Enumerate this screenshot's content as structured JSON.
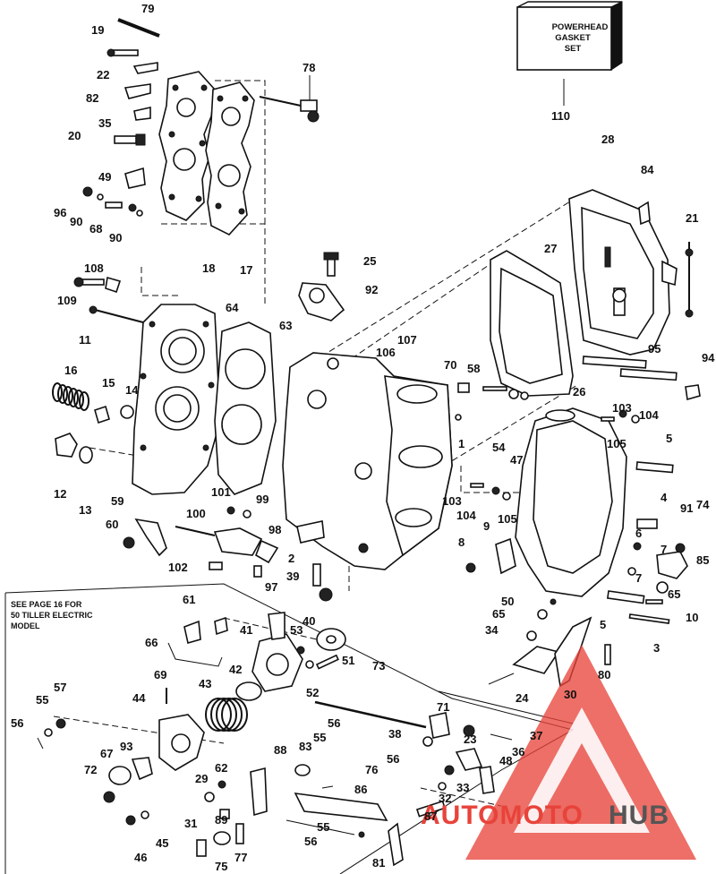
{
  "box": {
    "line1": "POWERHEAD",
    "line2": "GASKET",
    "line3": "SET",
    "ref": "110"
  },
  "note": {
    "line1": "SEE PAGE 16 FOR",
    "line2": "50 TILLER ELECTRIC",
    "line3": "MODEL"
  },
  "watermark": {
    "part_a": "AUTOMOTO",
    "part_b": "HUB",
    "color_a": "#e8433a",
    "color_b": "#555555"
  },
  "callouts": {
    "c79": "79",
    "c19": "19",
    "c22": "22",
    "c82": "82",
    "c35": "35",
    "c20": "20",
    "c49": "49",
    "c96": "96",
    "c90a": "90",
    "c68": "68",
    "c90b": "90",
    "c18": "18",
    "c17": "17",
    "c78": "78",
    "c110": "110",
    "c28": "28",
    "c84": "84",
    "c21": "21",
    "c27": "27",
    "c25": "25",
    "c92": "92",
    "c108": "108",
    "c109": "109",
    "c64": "64",
    "c11": "11",
    "c63": "63",
    "c106": "106",
    "c107": "107",
    "c70": "70",
    "c58": "58",
    "c26": "26",
    "c95": "95",
    "c94": "94",
    "c16": "16",
    "c15": "15",
    "c14": "14",
    "c1": "1",
    "c54": "54",
    "c47": "47",
    "c103a": "103",
    "c104a": "104",
    "c105a": "105",
    "c5a": "5",
    "c12": "12",
    "c13": "13",
    "c59": "59",
    "c101": "101",
    "c99": "99",
    "c100": "100",
    "c60": "60",
    "c98": "98",
    "c103b": "103",
    "c104b": "104",
    "c105b": "105",
    "c4": "4",
    "c91": "91",
    "c74": "74",
    "c102": "102",
    "c97": "97",
    "c2": "2",
    "c39": "39",
    "c9": "9",
    "c8": "8",
    "c6": "6",
    "c7a": "7",
    "c7b": "7",
    "c85": "85",
    "c61": "61",
    "c50": "50",
    "c65a": "65",
    "c65b": "65",
    "c10": "10",
    "c40": "40",
    "c34": "34",
    "c5b": "5",
    "c3": "3",
    "c66": "66",
    "c41": "41",
    "c53": "53",
    "c51": "51",
    "c80": "80",
    "c69": "69",
    "c42": "42",
    "c73": "73",
    "c52": "52",
    "c24": "24",
    "c30": "30",
    "c57": "57",
    "c55a": "55",
    "c56a": "56",
    "c43": "43",
    "c44": "44",
    "c56b": "56",
    "c55b": "55",
    "c71": "71",
    "c23": "23",
    "c37": "37",
    "c38": "38",
    "c36": "36",
    "c67": "67",
    "c93": "93",
    "c88": "88",
    "c83": "83",
    "c56c": "56",
    "c48": "48",
    "c72": "72",
    "c62": "62",
    "c29": "29",
    "c76": "76",
    "c86": "86",
    "c33": "33",
    "c32": "32",
    "c89": "89",
    "c87": "87",
    "c55c": "55",
    "c31": "31",
    "c46": "46",
    "c45": "45",
    "c75": "75",
    "c77": "77",
    "c56d": "56",
    "c81": "81"
  }
}
